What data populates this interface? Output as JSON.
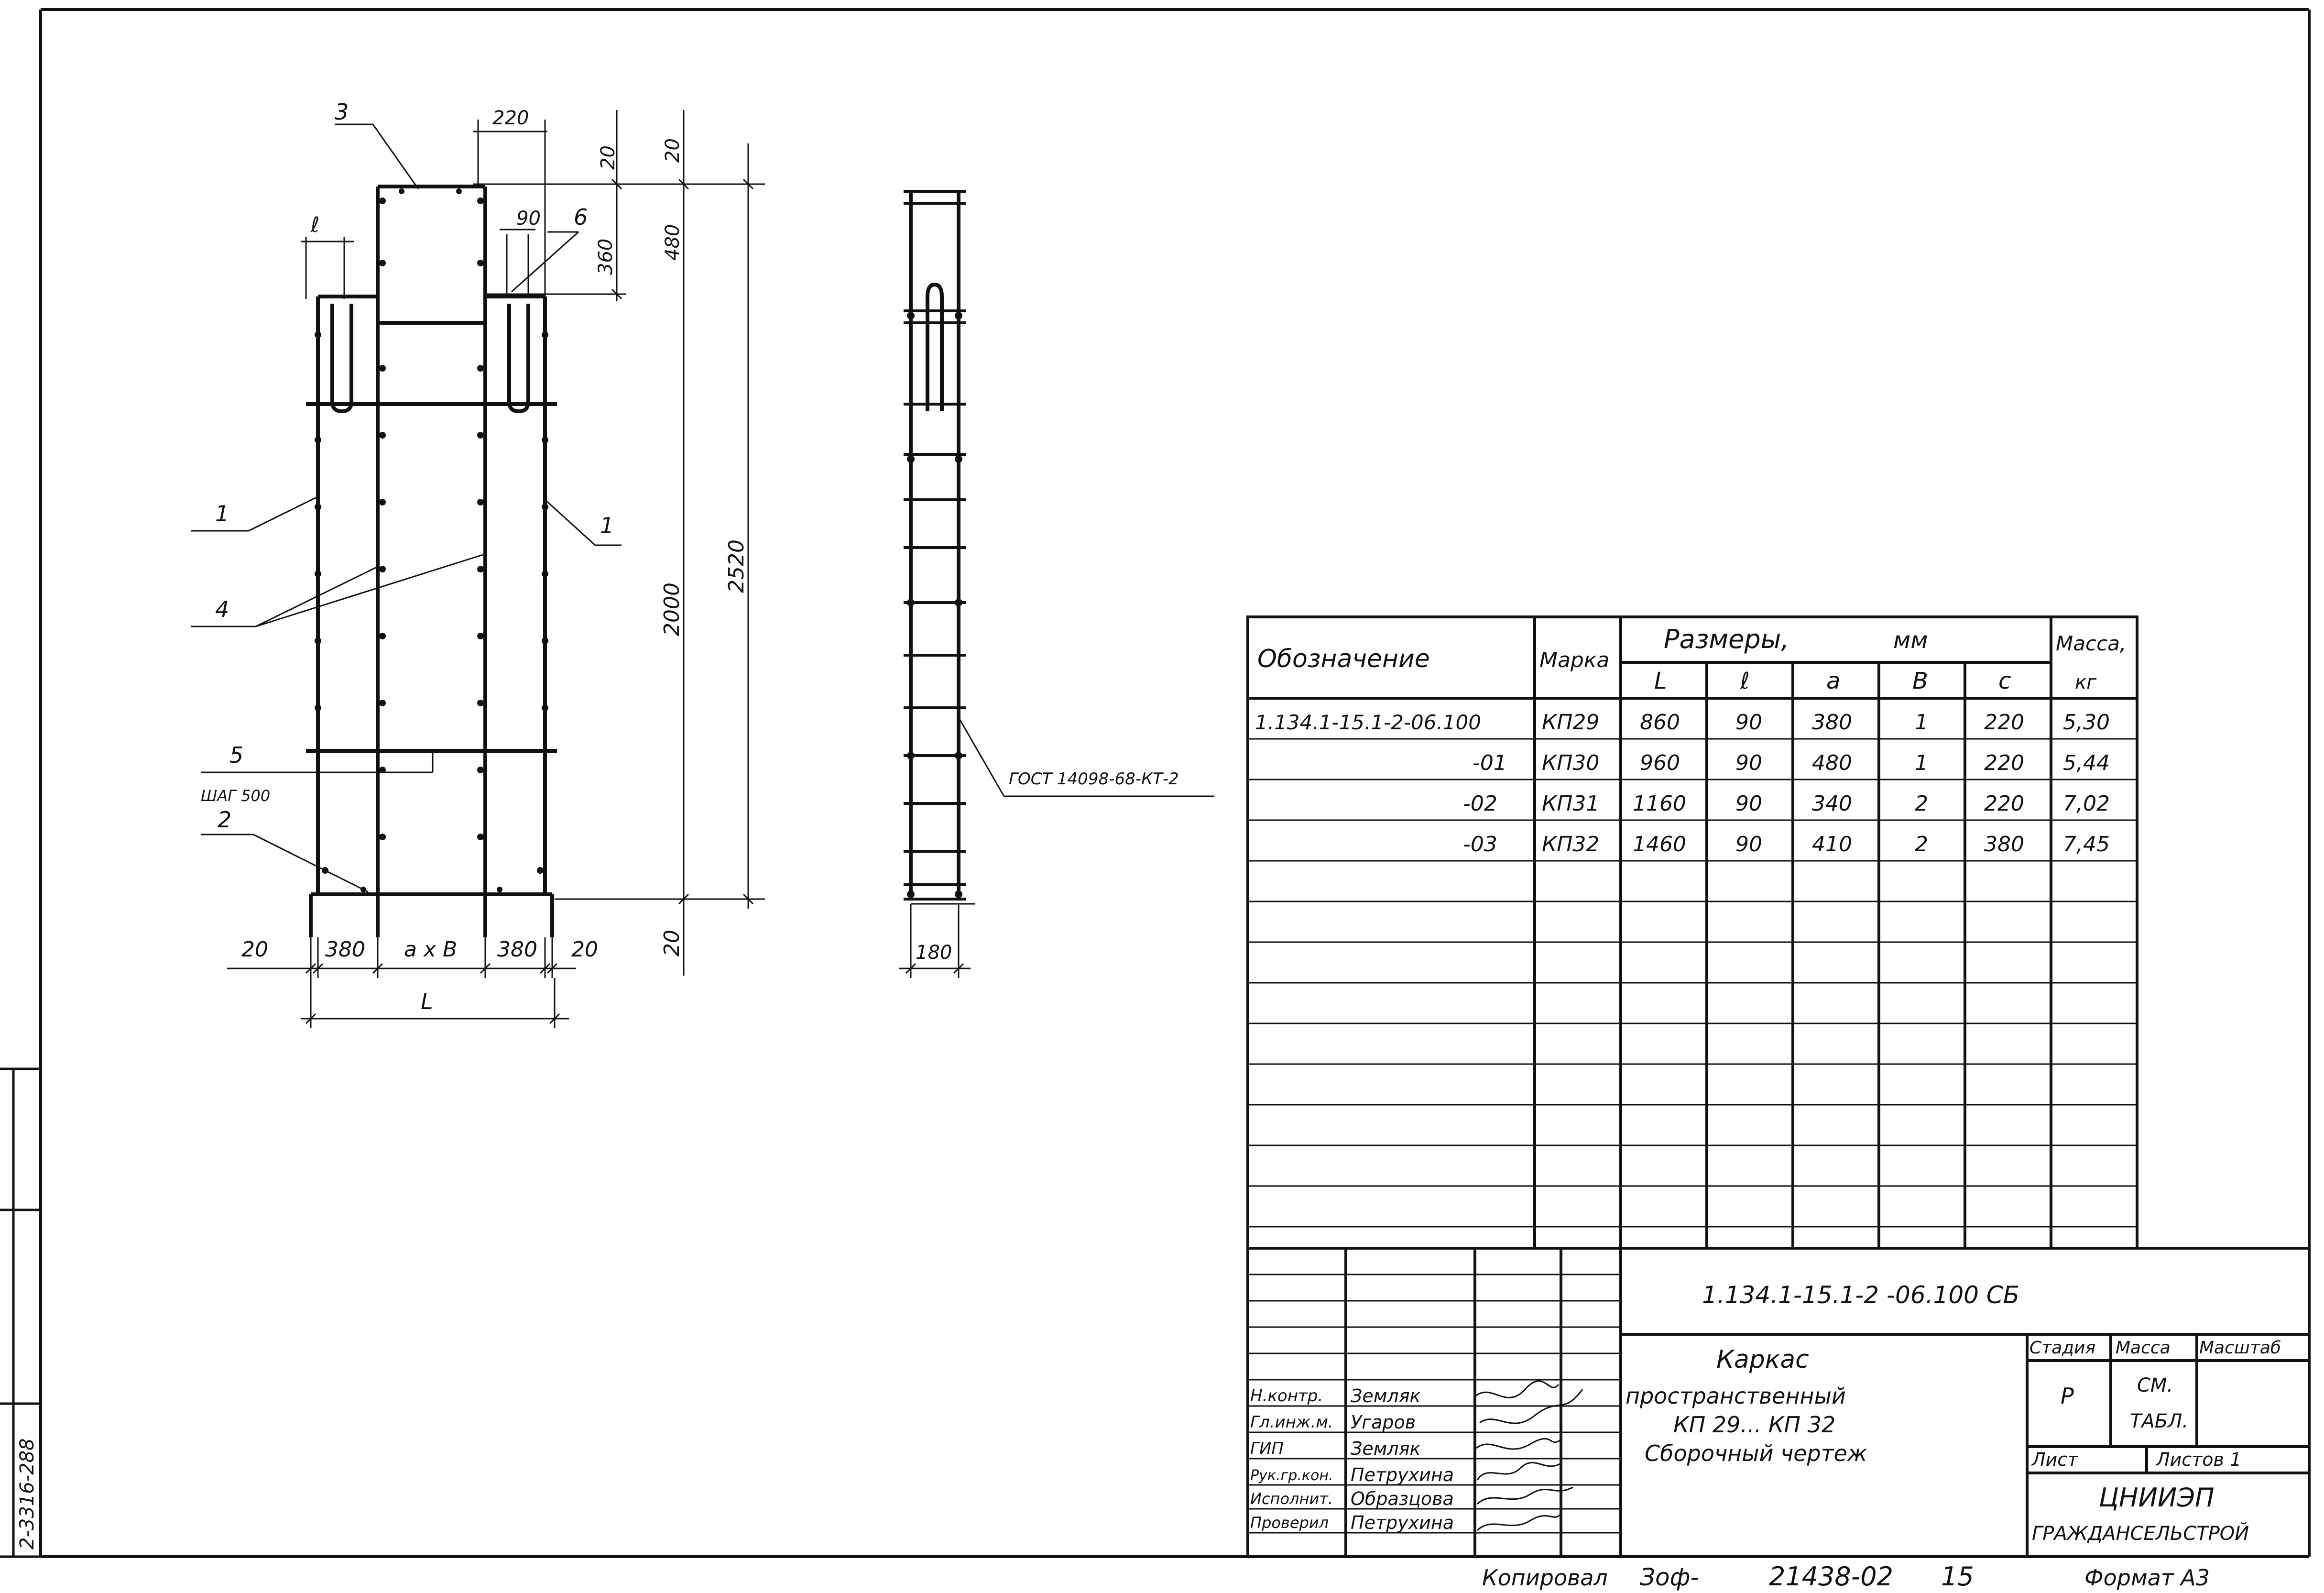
{
  "side_stamp": {
    "code": "2-3316-288"
  },
  "drawing": {
    "callouts": {
      "p1_left": "1",
      "p1_right": "1",
      "p2": "2",
      "p3": "3",
      "p4": "4",
      "p5": "5",
      "p6": "6",
      "step": "ШАГ 500",
      "gost": "ГОСТ 14098-68-КТ-2"
    },
    "dims": {
      "d220": "220",
      "d20_top_a": "20",
      "d20_top_b": "20",
      "d480": "480",
      "d360": "360",
      "d90": "90",
      "d_l": "ℓ",
      "d2000": "2000",
      "d2520": "2520",
      "d20_left": "20",
      "d380_left": "380",
      "d_axb": "a x B",
      "d380_right": "380",
      "d20_right": "20",
      "d20_bottom": "20",
      "d_L": "L",
      "d180": "180"
    }
  },
  "table": {
    "headers": {
      "designation": "Обозначение",
      "mark": "Марка",
      "dimensions": "Размеры,",
      "unit": "мм",
      "mass": "Масса,",
      "mass_unit": "кг",
      "L": "L",
      "l": "ℓ",
      "a": "a",
      "b": "B",
      "c": "c"
    },
    "rows": [
      {
        "designation": "1.134.1-15.1-2-06.100",
        "mark": "КП29",
        "L": "860",
        "l": "90",
        "a": "380",
        "b": "1",
        "c": "220",
        "mass": "5,30"
      },
      {
        "designation": "-01",
        "mark": "КП30",
        "L": "960",
        "l": "90",
        "a": "480",
        "b": "1",
        "c": "220",
        "mass": "5,44"
      },
      {
        "designation": "-02",
        "mark": "КП31",
        "L": "1160",
        "l": "90",
        "a": "340",
        "b": "2",
        "c": "220",
        "mass": "7,02"
      },
      {
        "designation": "-03",
        "mark": "КП32",
        "L": "1460",
        "l": "90",
        "a": "410",
        "b": "2",
        "c": "380",
        "mass": "7,45"
      }
    ]
  },
  "titleblock": {
    "code": "1.134.1-15.1-2 -06.100 СБ",
    "title_line1": "Каркас",
    "title_line2": "пространственный",
    "title_line3": "КП 29... КП 32",
    "title_line4": "Сборочный чертеж",
    "stage_label": "Стадия",
    "mass_label": "Масса",
    "scale_label": "Масштаб",
    "stage_value": "Р",
    "mass_value_1": "СМ.",
    "mass_value_2": "ТАБЛ.",
    "sheet_label": "Лист",
    "sheets_label": "Листов 1",
    "org_line1": "ЦНИИЭП",
    "org_line2": "ГРАЖДАНСЕЛЬСТРОЙ",
    "staff": [
      {
        "role": "Н.контр.",
        "name": "Земляк"
      },
      {
        "role": "Гл.инж.м.",
        "name": "Угаров"
      },
      {
        "role": "ГИП",
        "name": "Земляк"
      },
      {
        "role": "Рук.гр.кон.",
        "name": "Петрухина"
      },
      {
        "role": "Исполнит.",
        "name": "Образцова"
      },
      {
        "role": "Проверил",
        "name": "Петрухина"
      }
    ]
  },
  "footer": {
    "copied_label": "Копировал",
    "copied_sig": "Зоф-",
    "number": "21438-02",
    "sheet": "15",
    "format": "Формат А3"
  }
}
